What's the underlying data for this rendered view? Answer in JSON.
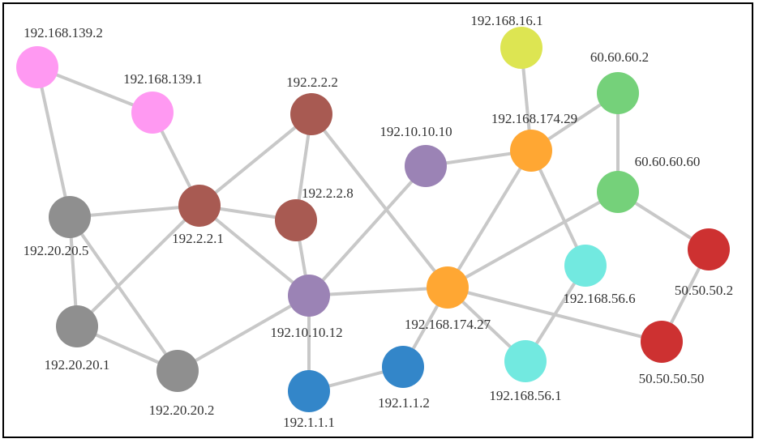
{
  "nodes": [
    {
      "id": "192.168.139.2",
      "label": "192.168.139.2",
      "color": "#ff99f2"
    },
    {
      "id": "192.168.139.1",
      "label": "192.168.139.1",
      "color": "#ff99f2"
    },
    {
      "id": "192.2.2.2",
      "label": "192.2.2.2",
      "color": "#a85a52"
    },
    {
      "id": "192.2.2.1",
      "label": "192.2.2.1",
      "color": "#a85a52"
    },
    {
      "id": "192.2.2.8",
      "label": "192.2.2.8",
      "color": "#a85a52"
    },
    {
      "id": "192.20.20.5",
      "label": "192.20.20.5",
      "color": "#8f8f8f"
    },
    {
      "id": "192.20.20.1",
      "label": "192.20.20.1",
      "color": "#8f8f8f"
    },
    {
      "id": "192.20.20.2",
      "label": "192.20.20.2",
      "color": "#8f8f8f"
    },
    {
      "id": "192.10.10.10",
      "label": "192.10.10.10",
      "color": "#9b83b5"
    },
    {
      "id": "192.10.10.12",
      "label": "192.10.10.12",
      "color": "#9b83b5"
    },
    {
      "id": "192.1.1.1",
      "label": "192.1.1.1",
      "color": "#3386c9"
    },
    {
      "id": "192.1.1.2",
      "label": "192.1.1.2",
      "color": "#3386c9"
    },
    {
      "id": "192.168.16.1",
      "label": "192.168.16.1",
      "color": "#dde552"
    },
    {
      "id": "192.168.174.29",
      "label": "192.168.174.29",
      "color": "#ffa733"
    },
    {
      "id": "192.168.174.27",
      "label": "192.168.174.27",
      "color": "#ffa733"
    },
    {
      "id": "60.60.60.2",
      "label": "60.60.60.2",
      "color": "#75d17a"
    },
    {
      "id": "60.60.60.60",
      "label": "60.60.60.60",
      "color": "#75d17a"
    },
    {
      "id": "192.168.56.6",
      "label": "192.168.56.6",
      "color": "#72e9e0"
    },
    {
      "id": "192.168.56.1",
      "label": "192.168.56.1",
      "color": "#72e9e0"
    },
    {
      "id": "50.50.50.2",
      "label": "50.50.50.2",
      "color": "#cd3131"
    },
    {
      "id": "50.50.50.50",
      "label": "50.50.50.50",
      "color": "#cd3131"
    }
  ],
  "edges": [
    [
      "192.168.139.2",
      "192.168.139.1"
    ],
    [
      "192.168.139.2",
      "192.20.20.5"
    ],
    [
      "192.168.139.1",
      "192.2.2.1"
    ],
    [
      "192.2.2.2",
      "192.2.2.1"
    ],
    [
      "192.2.2.2",
      "192.2.2.8"
    ],
    [
      "192.2.2.2",
      "192.168.174.27"
    ],
    [
      "192.20.20.5",
      "192.2.2.1"
    ],
    [
      "192.2.2.1",
      "192.2.2.8"
    ],
    [
      "192.2.2.1",
      "192.10.10.12"
    ],
    [
      "192.2.2.1",
      "192.20.20.1"
    ],
    [
      "192.20.20.5",
      "192.20.20.1"
    ],
    [
      "192.20.20.5",
      "192.20.20.2"
    ],
    [
      "192.20.20.1",
      "192.20.20.2"
    ],
    [
      "192.20.20.2",
      "192.10.10.12"
    ],
    [
      "192.2.2.8",
      "192.10.10.12"
    ],
    [
      "192.10.10.10",
      "192.10.10.12"
    ],
    [
      "192.10.10.10",
      "192.168.174.29"
    ],
    [
      "192.10.10.12",
      "192.168.174.27"
    ],
    [
      "192.10.10.12",
      "192.1.1.1"
    ],
    [
      "192.1.1.1",
      "192.1.1.2"
    ],
    [
      "192.1.1.2",
      "192.168.174.27"
    ],
    [
      "192.168.16.1",
      "192.168.174.29"
    ],
    [
      "192.168.174.29",
      "60.60.60.2"
    ],
    [
      "192.168.174.29",
      "192.168.174.27"
    ],
    [
      "192.168.174.29",
      "192.168.56.6"
    ],
    [
      "60.60.60.2",
      "60.60.60.60"
    ],
    [
      "60.60.60.60",
      "192.168.174.27"
    ],
    [
      "60.60.60.60",
      "50.50.50.2"
    ],
    [
      "192.168.174.27",
      "192.168.56.1"
    ],
    [
      "192.168.174.27",
      "50.50.50.50"
    ],
    [
      "192.168.56.6",
      "192.168.56.1"
    ],
    [
      "50.50.50.2",
      "50.50.50.50"
    ]
  ]
}
